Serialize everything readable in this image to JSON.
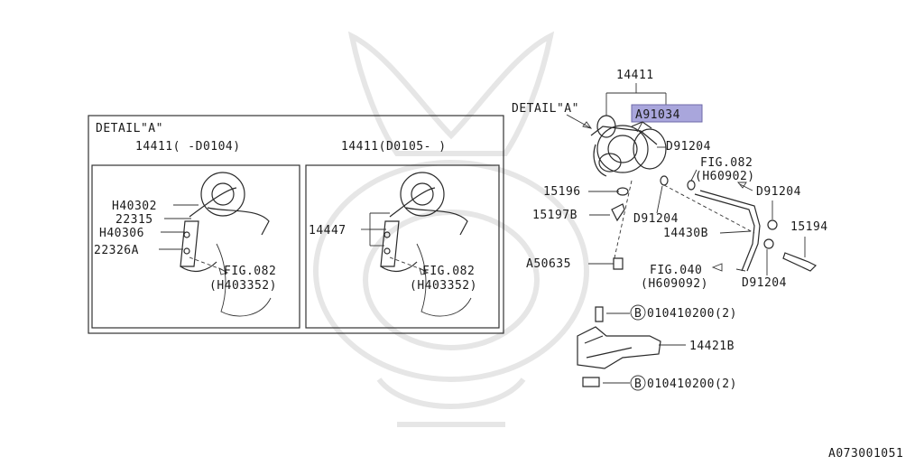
{
  "diagram": {
    "detail_box": {
      "title": "DETAIL\"A\"",
      "left_panel": {
        "title": "14411( -D0104)",
        "callouts": [
          "H40302",
          "22315",
          "H40306",
          "22326A"
        ],
        "fig_ref": "FIG.082",
        "fig_sub": "(H403352)"
      },
      "right_panel": {
        "title": "14411(D0105- )",
        "callouts": [
          "14447"
        ],
        "fig_ref": "FIG.082",
        "fig_sub": "(H403352)"
      }
    },
    "main": {
      "part_top": "14411",
      "detail_label": "DETAIL\"A\"",
      "highlight_part": "A91034",
      "labels": {
        "d91204_a": "D91204",
        "fig082": "FIG.082",
        "h60902": "(H60902)",
        "d91204_b": "D91204",
        "p15196": "15196",
        "p15197b": "15197B",
        "d91204_c": "D91204",
        "p15194": "15194",
        "p14430b": "14430B",
        "a50635": "A50635",
        "fig040": "FIG.040",
        "h609092": "(H609092)",
        "d91204_d": "D91204",
        "bolt_top": "010410200(2)",
        "p14421b": "14421B",
        "bolt_bottom": "010410200(2)",
        "circle_b": "B"
      }
    },
    "diagram_id": "A073001051",
    "colors": {
      "highlight": "#a9a6dc",
      "line": "#2a2a2a"
    }
  }
}
